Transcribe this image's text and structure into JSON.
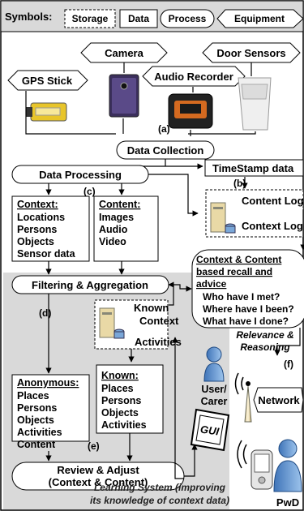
{
  "legend": {
    "prefix": "Symbols:",
    "storage": "Storage",
    "data": "Data",
    "process": "Process",
    "equipment": "Equipment"
  },
  "equipment": {
    "camera": "Camera",
    "door_sensors": "Door Sensors",
    "gps_stick": "GPS Stick",
    "audio_recorder": "Audio Recorder",
    "network": "Network"
  },
  "labels": {
    "a": "(a)",
    "b": "(b)",
    "c": "(c)",
    "d": "(d)",
    "e": "(e)",
    "f": "(f)"
  },
  "processes": {
    "data_collection": "Data Collection",
    "data_processing": "Data Processing",
    "filtering_aggregation": "Filtering & Aggregation",
    "review_adjust_line1": "Review & Adjust",
    "review_adjust_line2": "(Context & Content)",
    "recall_line1": "Context & Content",
    "recall_line2": "based recall and",
    "recall_line3": "advice",
    "recall_q1": "Who have I met?",
    "recall_q2": "Where have I been?",
    "recall_q3": "What have I done?"
  },
  "data_boxes": {
    "timestamp": "TimeStamp data",
    "context_title": "Context:",
    "context_items": [
      "Locations",
      "Persons",
      "Objects",
      "Sensor data"
    ],
    "content_title": "Content:",
    "content_items": [
      "Images",
      "Audio",
      "Video"
    ],
    "anonymous_title": "Anonymous:",
    "anonymous_items": [
      "Places",
      "Persons",
      "Objects",
      "Activities",
      "Content"
    ],
    "known_title": "Known:",
    "known_items": [
      "Places",
      "Persons",
      "Objects",
      "Activities"
    ]
  },
  "storage": {
    "content_log": "Content Log",
    "context_log": "Context Log",
    "known_context_line1": "Known",
    "known_context_line2": "Context",
    "activities": "Activities"
  },
  "annotations": {
    "relevance_line1": "Relevance &",
    "relevance_line2": "Reasoning",
    "learning_line1": "Learning System (improving",
    "learning_line2": "its knowledge of context data)",
    "user_line1": "User/",
    "user_line2": "Carer",
    "gui": "GUI",
    "pwd": "PwD"
  }
}
